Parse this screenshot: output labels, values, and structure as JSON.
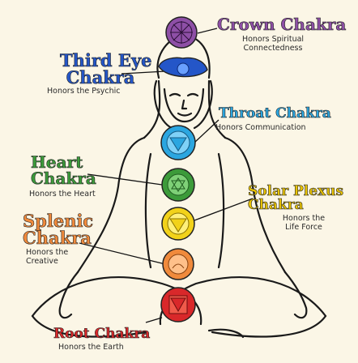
{
  "chakras": [
    {
      "id": "crown",
      "title": "Crown Chakra",
      "subtitle_lines": [
        "Honors Spiritual",
        "Connectedness"
      ],
      "color": "#8e4fa6"
    },
    {
      "id": "third_eye",
      "title_lines": [
        "Third Eye",
        "Chakra"
      ],
      "subtitle": "Honors the Psychic",
      "color": "#2456c8"
    },
    {
      "id": "throat",
      "title": "Throat Chakra",
      "subtitle": "Honors Communication",
      "color": "#2ba6e0"
    },
    {
      "id": "heart",
      "title_lines": [
        "Heart",
        "Chakra"
      ],
      "subtitle": "Honors the Heart",
      "color": "#3c9b3a"
    },
    {
      "id": "solar_plexus",
      "title_lines": [
        "Solar Plexus",
        "Chakra"
      ],
      "subtitle_lines": [
        "Honors the",
        "Life Force"
      ],
      "color": "#f2d21a"
    },
    {
      "id": "splenic",
      "title_lines": [
        "Splenic",
        "Chakra"
      ],
      "subtitle_lines": [
        "Honors the",
        "Creative"
      ],
      "color": "#f08a3c"
    },
    {
      "id": "root",
      "title": "Root Chakra",
      "subtitle": "Honors the Earth",
      "color": "#d9282a"
    }
  ]
}
